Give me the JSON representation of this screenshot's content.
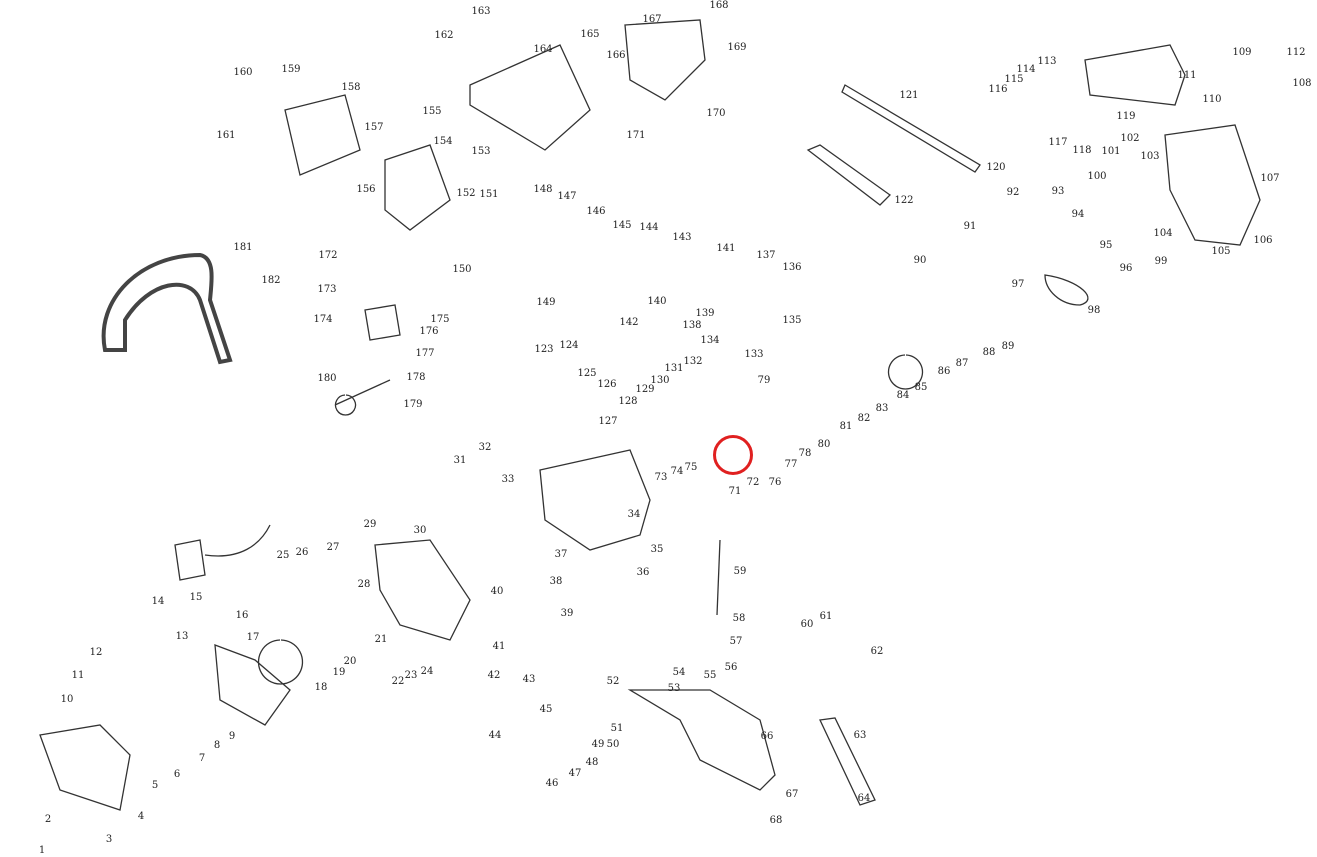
{
  "diagram": {
    "type": "exploded-parts-diagram",
    "labels": [
      "163",
      "162",
      "164",
      "165",
      "167",
      "168",
      "169",
      "166",
      "171",
      "170",
      "160",
      "159",
      "158",
      "161",
      "157",
      "155",
      "154",
      "153",
      "156",
      "152",
      "151",
      "148",
      "147",
      "146",
      "145",
      "144",
      "143",
      "141",
      "150",
      "149",
      "142",
      "140",
      "137",
      "136",
      "139",
      "138",
      "135",
      "134",
      "133",
      "181",
      "182",
      "172",
      "173",
      "175",
      "174",
      "176",
      "177",
      "178",
      "180",
      "179",
      "123",
      "124",
      "125",
      "126",
      "128",
      "129",
      "130",
      "131",
      "132",
      "127",
      "79",
      "80",
      "81",
      "82",
      "83",
      "84",
      "85",
      "86",
      "87",
      "88",
      "89",
      "78",
      "77",
      "76",
      "72",
      "71",
      "73",
      "74",
      "75",
      "31",
      "32",
      "33",
      "34",
      "35",
      "36",
      "37",
      "38",
      "39",
      "40",
      "41",
      "121",
      "120",
      "122",
      "112",
      "113",
      "114",
      "115",
      "116",
      "111",
      "109",
      "108",
      "119",
      "110",
      "117",
      "118",
      "102",
      "101",
      "103",
      "100",
      "107",
      "92",
      "93",
      "94",
      "95",
      "96",
      "97",
      "98",
      "99",
      "104",
      "105",
      "106",
      "91",
      "90",
      "29",
      "30",
      "25",
      "26",
      "27",
      "28",
      "21",
      "22",
      "23",
      "24",
      "20",
      "19",
      "18",
      "17",
      "13",
      "14",
      "15",
      "16",
      "12",
      "11",
      "10",
      "9",
      "8",
      "7",
      "6",
      "5",
      "4",
      "3",
      "2",
      "1",
      "42",
      "43",
      "44",
      "45",
      "52",
      "54",
      "55",
      "56",
      "53",
      "66",
      "51",
      "50",
      "49",
      "48",
      "47",
      "46",
      "67",
      "68",
      "63",
      "64",
      "59",
      "58",
      "57",
      "60",
      "61",
      "62"
    ],
    "highlighted_part": "72",
    "highlight_color": "#e02020"
  }
}
